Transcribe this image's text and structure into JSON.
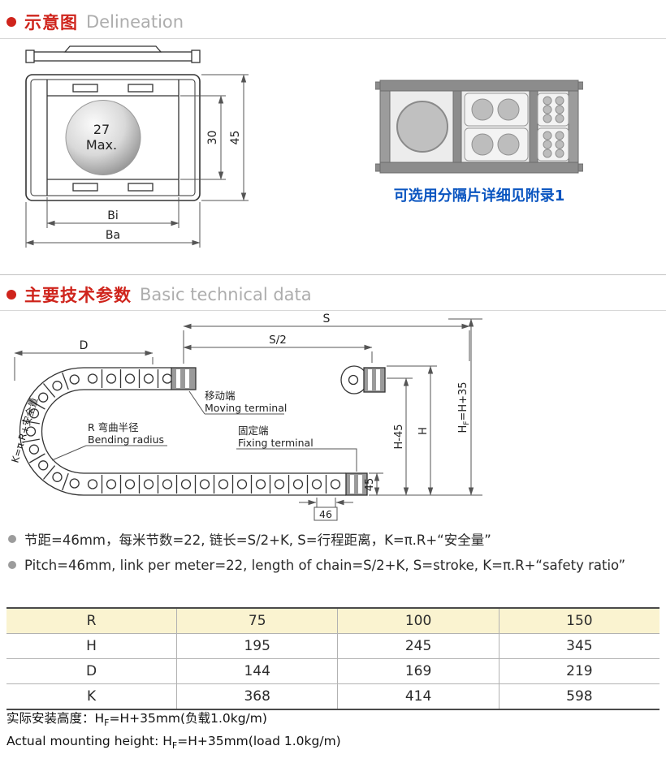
{
  "sections": {
    "delineation": {
      "title_zh": "示意图",
      "title_en": "Delineation"
    },
    "technical": {
      "title_zh": "主要技术参数",
      "title_en": "Basic technical data"
    }
  },
  "cross_section": {
    "ball_line1": "27",
    "ball_line2": "Max.",
    "dim_inner_height": "30",
    "dim_outer_height": "45",
    "dim_inner_width": "Bi",
    "dim_outer_width": "Ba"
  },
  "divider": {
    "caption": "可选用分隔片详细见附录1"
  },
  "chain": {
    "dim_s": "S",
    "dim_s2": "S/2",
    "dim_d": "D",
    "moving_zh": "移动端",
    "moving_en": "Moving terminal",
    "bending_zh": "R 弯曲半径",
    "bending_en": "Bending radius",
    "fixing_zh": "固定端",
    "fixing_en": "Fixing terminal",
    "dim_h45": "H-45",
    "dim_h": "H",
    "hf_prefix": "H",
    "hf_sub": "F",
    "hf_suffix": "=H+35",
    "label_k": "K=π.R+安全量",
    "dim_45": "45",
    "dim_46": "46"
  },
  "notes": [
    {
      "text": "节距=46mm，每米节数=22, 链长=S/2+K, S=行程距离，K=π.R+“安全量”"
    },
    {
      "text": "Pitch=46mm, link per meter=22, length of chain=S/2+K, S=stroke, K=π.R+“safety ratio”"
    }
  ],
  "table": {
    "rows": [
      {
        "label": "R",
        "values": [
          "75",
          "100",
          "150"
        ]
      },
      {
        "label": "H",
        "values": [
          "195",
          "245",
          "345"
        ]
      },
      {
        "label": "D",
        "values": [
          "144",
          "169",
          "219"
        ]
      },
      {
        "label": "K",
        "values": [
          "368",
          "414",
          "598"
        ]
      }
    ]
  },
  "footer": {
    "line1_prefix": "实际安装高度：H",
    "line1_sub": "F",
    "line1_suffix": "=H+35mm(负载1.0kg/m)",
    "line2_prefix": "Actual mounting height: H",
    "line2_sub": "F",
    "line2_suffix": "=H+35mm(load 1.0kg/m)"
  },
  "colors": {
    "accent_red": "#cf241c",
    "caption_blue": "#0a55c0",
    "table_header_bg": "#faf3d0"
  }
}
